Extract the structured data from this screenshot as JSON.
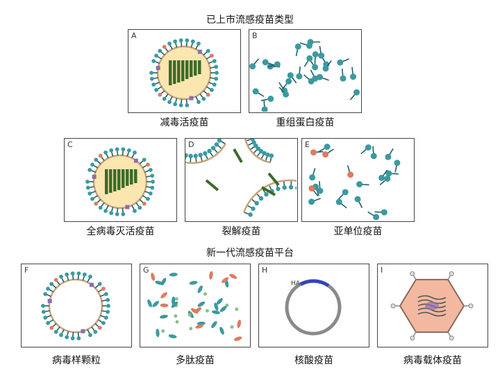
{
  "titles": {
    "approved": "已上市流感疫苗类型",
    "next_gen": "新一代流感疫苗平台"
  },
  "panels": [
    {
      "letter": "A",
      "caption": "减毒活疫苗"
    },
    {
      "letter": "B",
      "caption": "重组蛋白疫苗"
    },
    {
      "letter": "C",
      "caption": "全病毒灭活疫苗"
    },
    {
      "letter": "D",
      "caption": "裂解疫苗"
    },
    {
      "letter": "E",
      "caption": "亚单位疫苗"
    },
    {
      "letter": "F",
      "caption": "病毒样颗粒"
    },
    {
      "letter": "G",
      "caption": "多肽疫苗"
    },
    {
      "letter": "H",
      "caption": "核酸疫苗"
    },
    {
      "letter": "I",
      "caption": "病毒载体疫苗"
    }
  ],
  "h_label": "HA",
  "colors": {
    "teal": "#3a9aa0",
    "dark_teal": "#1f5f66",
    "salmon": "#e07a5f",
    "purple": "#8a6fb0",
    "green_rna": "#3d6b2a",
    "membrane": "#c9a27a",
    "grey_ring": "#8a8a8a",
    "blue_arc": "#3344bb"
  }
}
